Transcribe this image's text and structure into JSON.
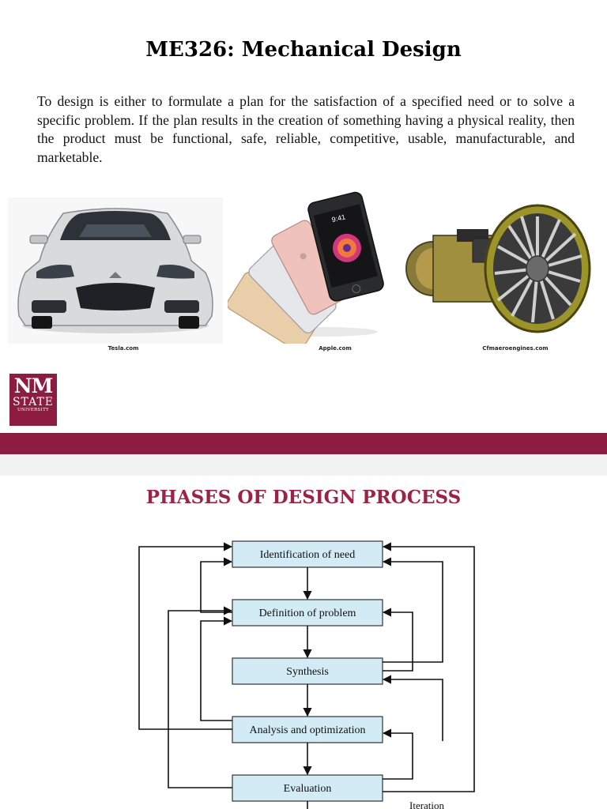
{
  "slide1": {
    "title": "ME326: Mechanical Design",
    "paragraph": "To design is either to formulate a plan for the satisfaction of a specified need or to solve a specific problem. If the plan results in the creation of something having a physical reality, then the product must be functional, safe, reliable, competitive, usable, manufacturable, and marketable.",
    "captions": [
      "Tesla.com",
      "Apple.com",
      "Cfmaeroengines.com"
    ],
    "logo": {
      "line1": "NM",
      "line2": "STATE",
      "line3": "UNIVERSITY"
    }
  },
  "slide2": {
    "title": "PHASES OF DESIGN PROCESS",
    "steps": [
      "Identification of need",
      "Definition of problem",
      "Synthesis",
      "Analysis and optimization",
      "Evaluation"
    ],
    "iteration_label": "Iteration"
  },
  "colors": {
    "brand_maroon": "#8c1d40",
    "title_red": "#9b2346",
    "box_fill": "#d3ebf5"
  }
}
